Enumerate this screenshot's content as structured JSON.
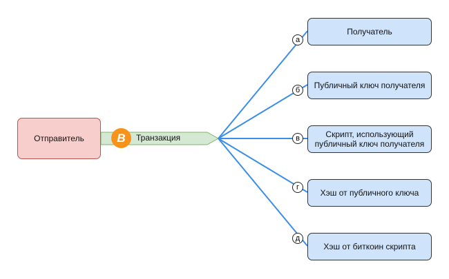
{
  "sender": {
    "label": "Отправитель"
  },
  "transaction": {
    "label": "Транзакция",
    "icon": "bitcoin-icon",
    "icon_glyph": "B"
  },
  "outputs": [
    {
      "marker": "а",
      "label": "Получатель"
    },
    {
      "marker": "б",
      "label": "Публичный ключ получателя"
    },
    {
      "marker": "в",
      "label": "Скрипт, использующий публичный ключ получателя"
    },
    {
      "marker": "г",
      "label": "Хэш от публичного ключа"
    },
    {
      "marker": "д",
      "label": "Хэш от биткоин скрипта"
    }
  ],
  "colors": {
    "sender": "#f8cecc",
    "transaction": "#d5e8d4",
    "output": "#cfe3fb",
    "connector": "#3a8ee6",
    "bitcoin": "#f7931a"
  }
}
